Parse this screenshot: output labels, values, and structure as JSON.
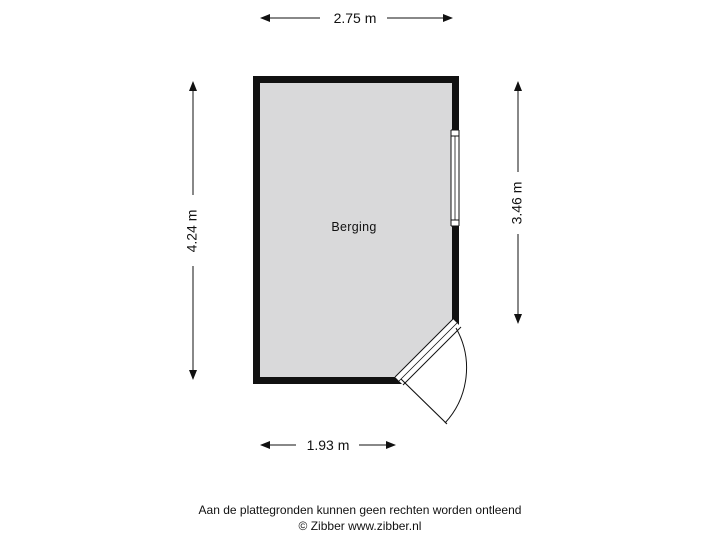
{
  "floorplan": {
    "room_name": "Berging",
    "dimensions": {
      "top_width": "2.75 m",
      "left_height": "4.24 m",
      "right_height": "3.46 m",
      "bottom_width": "1.93 m"
    }
  },
  "footer": {
    "disclaimer": "Aan de plattegronden kunnen geen rechten worden ontleend",
    "copyright": "© Zibber www.zibber.nl"
  },
  "colors": {
    "wall": "#111111",
    "floor": "#d9d9da",
    "line": "#111111"
  }
}
